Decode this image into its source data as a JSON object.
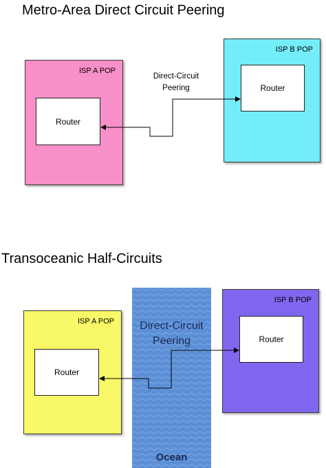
{
  "colors": {
    "pop_a_top": "#f78fc8",
    "pop_b_top": "#74edfb",
    "pop_a_bottom": "#f8f868",
    "pop_b_bottom": "#8066ef",
    "ocean": "#5b8fd6",
    "ocean_wave": "#7ba7e3"
  },
  "top": {
    "title": "Metro-Area Direct Circuit Peering",
    "pop_a": {
      "label": "ISP A POP",
      "router": "Router"
    },
    "pop_b": {
      "label": "ISP B POP",
      "router": "Router"
    },
    "connection": {
      "line1": "Direct-Circuit",
      "line2": "Peering"
    }
  },
  "bottom": {
    "title": "Transoceanic Half-Circuits",
    "pop_a": {
      "label": "ISP A POP",
      "router": "Router"
    },
    "pop_b": {
      "label": "ISP B POP",
      "router": "Router"
    },
    "connection": {
      "line1": "Direct-Circuit",
      "line2": "Peering"
    },
    "ocean_label": "Ocean"
  }
}
